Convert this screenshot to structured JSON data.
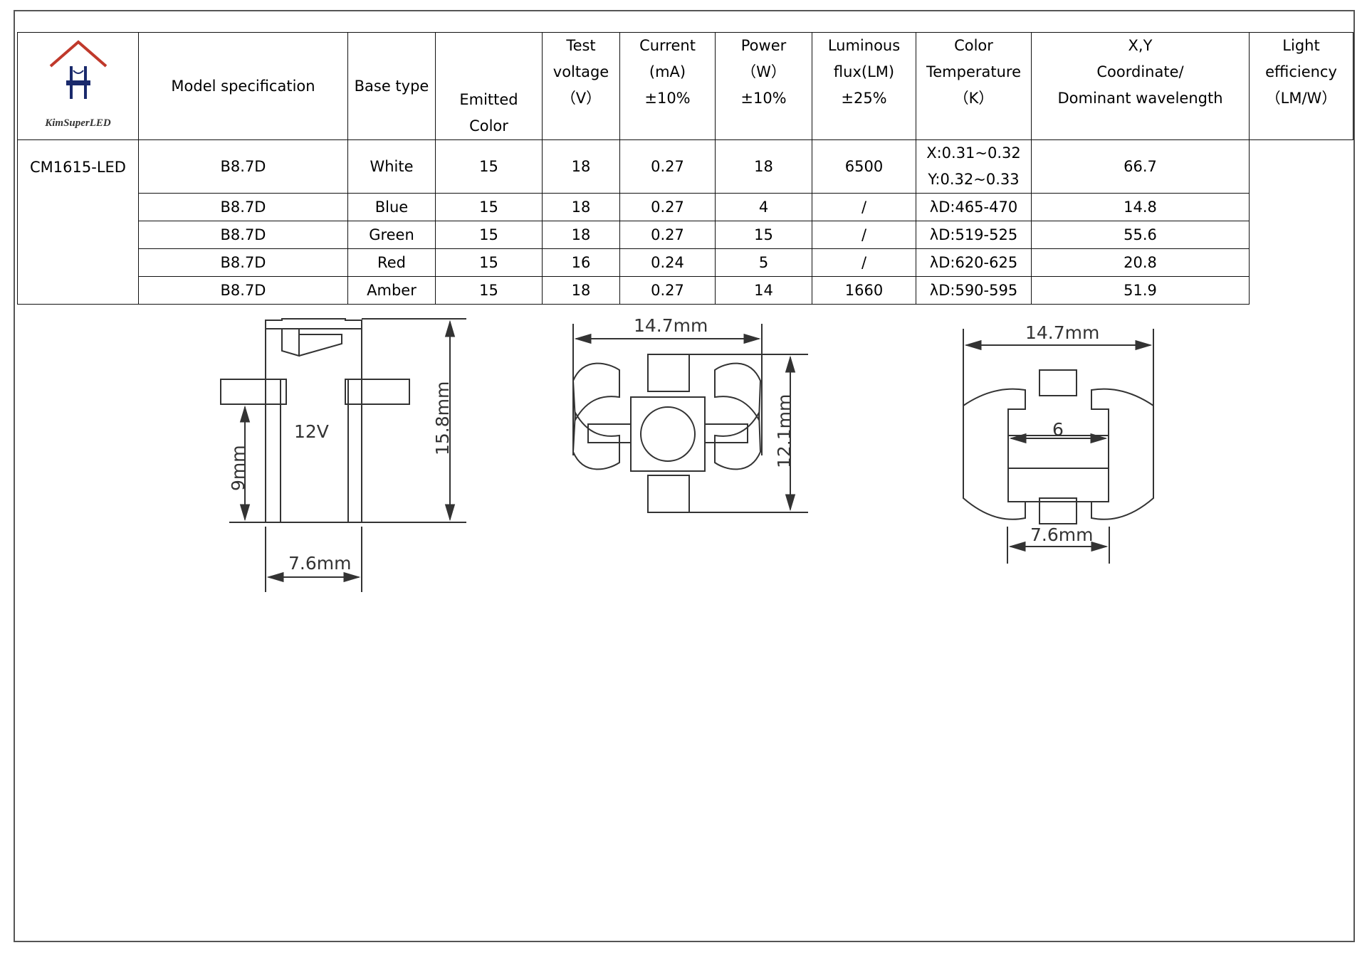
{
  "logo": {
    "text": "KimSuperLED"
  },
  "table": {
    "headers": {
      "model": "Model specification",
      "base": "Base type",
      "color": [
        "Emitted",
        "Color"
      ],
      "voltage": [
        "Test",
        "voltage",
        "（V）"
      ],
      "current": [
        "Current",
        "(mA)",
        "±10%"
      ],
      "power": [
        "Power",
        "（W）",
        "±10%"
      ],
      "flux": [
        "Luminous",
        "flux(LM)",
        "±25%"
      ],
      "temp": [
        "Color",
        "Temperature",
        "（K）"
      ],
      "xy": [
        "X,Y",
        "Coordinate/",
        "Dominant wavelength"
      ],
      "efficiency": [
        "Light",
        "efficiency",
        "（LM/W）"
      ]
    },
    "model": "CM1615-LED",
    "rows": [
      {
        "base": "B8.7D",
        "color": "White",
        "voltage": "15",
        "current": "18",
        "power": "0.27",
        "flux": "18",
        "temp": "6500",
        "xy": "X:0.31~0.32 Y:0.32~0.33",
        "efficiency": "66.7"
      },
      {
        "base": "B8.7D",
        "color": "Blue",
        "voltage": "15",
        "current": "18",
        "power": "0.27",
        "flux": "4",
        "temp": "/",
        "xy": "λD:465-470",
        "efficiency": "14.8"
      },
      {
        "base": "B8.7D",
        "color": "Green",
        "voltage": "15",
        "current": "18",
        "power": "0.27",
        "flux": "15",
        "temp": "/",
        "xy": "λD:519-525",
        "efficiency": "55.6"
      },
      {
        "base": "B8.7D",
        "color": "Red",
        "voltage": "15",
        "current": "16",
        "power": "0.24",
        "flux": "5",
        "temp": "/",
        "xy": "λD:620-625",
        "efficiency": "20.8"
      },
      {
        "base": "B8.7D",
        "color": "Amber",
        "voltage": "15",
        "current": "18",
        "power": "0.27",
        "flux": "14",
        "temp": "1660",
        "xy": "λD:590-595",
        "efficiency": "51.9"
      }
    ]
  },
  "drawings": {
    "side": {
      "label": "12V",
      "height": "15.8mm",
      "pin": "9mm",
      "width": "7.6mm"
    },
    "front": {
      "width": "14.7mm",
      "height": "12.1mm"
    },
    "bottom": {
      "width": "14.7mm",
      "inner": "6",
      "base": "7.6mm"
    }
  }
}
